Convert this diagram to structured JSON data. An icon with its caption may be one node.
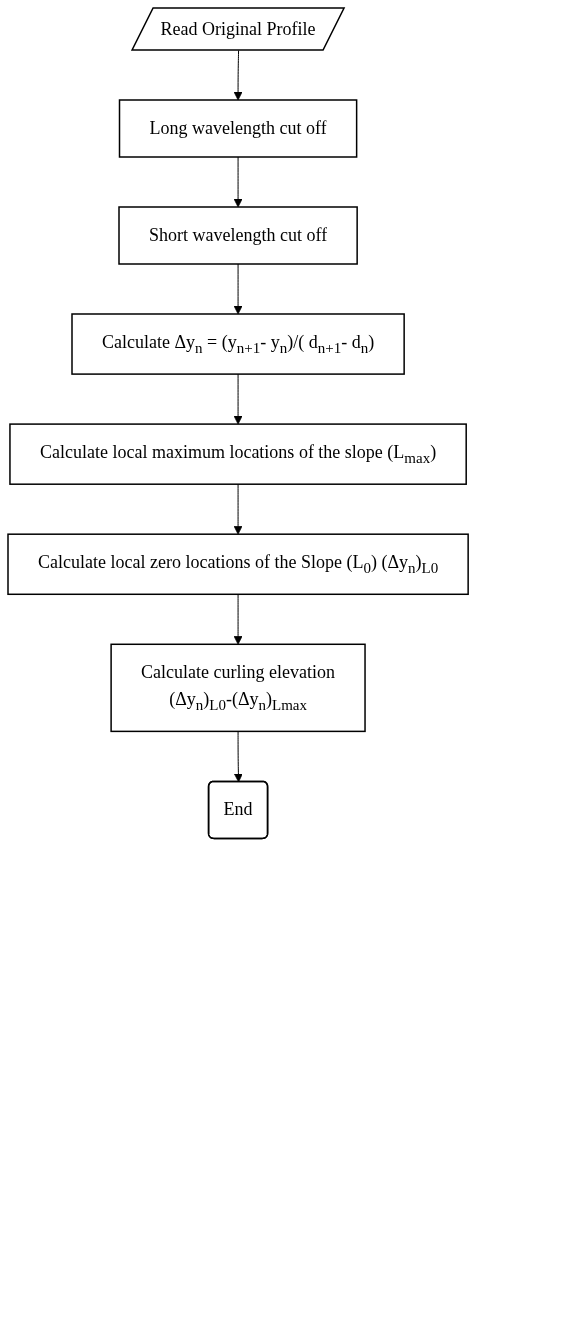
{
  "diagram": {
    "nodes": [
      {
        "text": [
          "Read Original Profile"
        ]
      },
      {
        "text": [
          "Long wavelength cut off"
        ]
      },
      {
        "text": [
          "Short wavelength cut off"
        ]
      },
      {
        "text": [
          "Calculate Δy$_{n}$ = (y$_{n+1}$- y$_{n}$)/( d$_{n+1}$- d$_{n}$)"
        ]
      },
      {
        "text": [
          "Calculate local maximum locations of the slope (L$_{max}$)"
        ]
      },
      {
        "text": [
          "Calculate local zero locations of the Slope (L$_{0}$)  (Δy$_{n}$)$_{L0}$"
        ]
      },
      {
        "text": [
          "Calculate curling elevation",
          "(Δy$_{n}$)$_{L0}$-(Δy$_{n}$)$_{Lmax}$"
        ]
      },
      {
        "text": [
          "End"
        ]
      }
    ],
    "edges": [
      {
        "from": 0,
        "to": 1,
        "arrow": "to"
      },
      {
        "from": 1,
        "to": 2,
        "arrow": "to"
      },
      {
        "from": 2,
        "to": 3,
        "arrow": "to"
      },
      {
        "from": 3,
        "to": 4,
        "arrow": "to"
      },
      {
        "from": 4,
        "to": 5,
        "arrow": "to"
      },
      {
        "from": 5,
        "to": 6,
        "arrow": "to"
      },
      {
        "from": 6,
        "to": 7,
        "arrow": "to"
      }
    ]
  }
}
